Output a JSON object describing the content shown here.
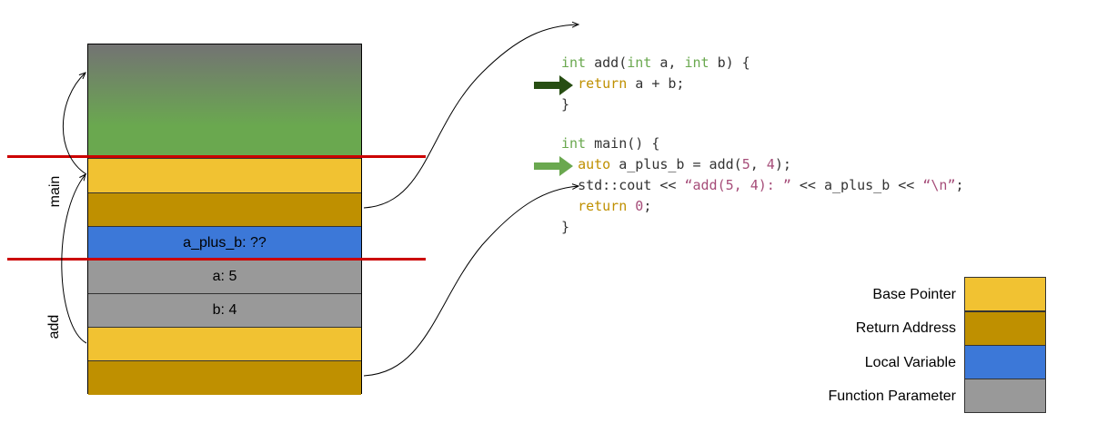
{
  "stack": {
    "cells": [
      {
        "kind": "frame",
        "label": ""
      },
      {
        "kind": "base_pointer",
        "label": ""
      },
      {
        "kind": "return_address",
        "label": ""
      },
      {
        "kind": "local_variable",
        "label": "a_plus_b: ??"
      },
      {
        "kind": "function_parameter",
        "label": "a: 5"
      },
      {
        "kind": "function_parameter",
        "label": "b: 4"
      },
      {
        "kind": "base_pointer",
        "label": ""
      },
      {
        "kind": "return_address",
        "label": ""
      }
    ],
    "frame_labels": {
      "main": "main",
      "add": "add"
    }
  },
  "code": {
    "add_sig_kw1": "int",
    "add_sig_1": " add(",
    "add_sig_kw2": "int",
    "add_sig_2": " a, ",
    "add_sig_kw3": "int",
    "add_sig_3": " b) {",
    "add_ret_kw": "return",
    "add_ret_rest": " a + b;",
    "add_close": "}",
    "main_sig_kw": "int",
    "main_sig_rest": " main() {",
    "main_auto_kw": "auto",
    "main_auto_1": " a_plus_b = add(",
    "main_auto_n1": "5",
    "main_auto_2": ", ",
    "main_auto_n2": "4",
    "main_auto_3": ");",
    "cout_1": "std::cout << ",
    "cout_str1": "“add(5, 4): ”",
    "cout_2": " << a_plus_b << ",
    "cout_str2": "“\\n”",
    "cout_3": ";",
    "main_ret_kw": "return",
    "main_ret_sp": " ",
    "main_ret_num": "0",
    "main_ret_end": ";",
    "main_close": "}"
  },
  "legend": [
    {
      "label": "Base Pointer",
      "color": "#f1c232"
    },
    {
      "label": "Return Address",
      "color": "#bf9000"
    },
    {
      "label": "Local Variable",
      "color": "#3c78d8"
    },
    {
      "label": "Function Parameter",
      "color": "#999999"
    }
  ],
  "colors": {
    "current_line_arrow": "#274e13",
    "return_line_arrow": "#6aa84f",
    "frame_boundary": "#cc0000"
  }
}
